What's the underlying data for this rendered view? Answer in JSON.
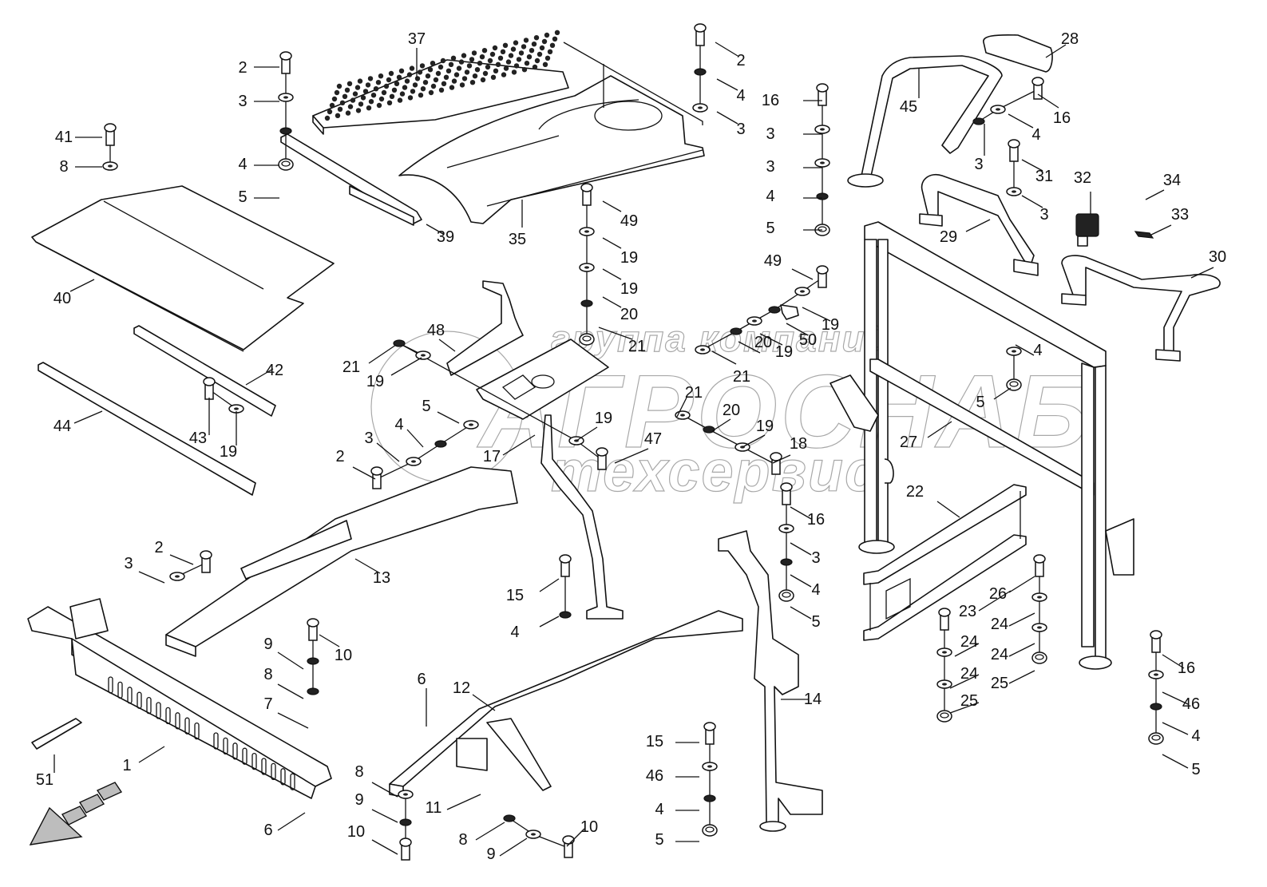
{
  "diagram": {
    "type": "exploded-parts-view",
    "subject": "Frame / cab support assembly",
    "watermark": {
      "line1": "группа компаний",
      "line2": "АГРОСНАБ",
      "line3": "техсервис"
    },
    "direction_arrow": "travel-direction-arrow",
    "callouts": [
      {
        "label": "37"
      },
      {
        "label": "2"
      },
      {
        "label": "3"
      },
      {
        "label": "41"
      },
      {
        "label": "8"
      },
      {
        "label": "4"
      },
      {
        "label": "5"
      },
      {
        "label": "40"
      },
      {
        "label": "39"
      },
      {
        "label": "35"
      },
      {
        "label": "2"
      },
      {
        "label": "4"
      },
      {
        "label": "3"
      },
      {
        "label": "49"
      },
      {
        "label": "19"
      },
      {
        "label": "19"
      },
      {
        "label": "20"
      },
      {
        "label": "16"
      },
      {
        "label": "3"
      },
      {
        "label": "3"
      },
      {
        "label": "4"
      },
      {
        "label": "5"
      },
      {
        "label": "45"
      },
      {
        "label": "28"
      },
      {
        "label": "16"
      },
      {
        "label": "4"
      },
      {
        "label": "3"
      },
      {
        "label": "31"
      },
      {
        "label": "3"
      },
      {
        "label": "29"
      },
      {
        "label": "32"
      },
      {
        "label": "34"
      },
      {
        "label": "33"
      },
      {
        "label": "30"
      },
      {
        "label": "49"
      },
      {
        "label": "19"
      },
      {
        "label": "50"
      },
      {
        "label": "19"
      },
      {
        "label": "20"
      },
      {
        "label": "21"
      },
      {
        "label": "48"
      },
      {
        "label": "21"
      },
      {
        "label": "19"
      },
      {
        "label": "21"
      },
      {
        "label": "42"
      },
      {
        "label": "44"
      },
      {
        "label": "43"
      },
      {
        "label": "19"
      },
      {
        "label": "5"
      },
      {
        "label": "4"
      },
      {
        "label": "3"
      },
      {
        "label": "2"
      },
      {
        "label": "17"
      },
      {
        "label": "19"
      },
      {
        "label": "47"
      },
      {
        "label": "21"
      },
      {
        "label": "20"
      },
      {
        "label": "19"
      },
      {
        "label": "18"
      },
      {
        "label": "4"
      },
      {
        "label": "5"
      },
      {
        "label": "27"
      },
      {
        "label": "22"
      },
      {
        "label": "16"
      },
      {
        "label": "3"
      },
      {
        "label": "4"
      },
      {
        "label": "5"
      },
      {
        "label": "2"
      },
      {
        "label": "3"
      },
      {
        "label": "13"
      },
      {
        "label": "15"
      },
      {
        "label": "4"
      },
      {
        "label": "9"
      },
      {
        "label": "10"
      },
      {
        "label": "8"
      },
      {
        "label": "7"
      },
      {
        "label": "1"
      },
      {
        "label": "51"
      },
      {
        "label": "6"
      },
      {
        "label": "6"
      },
      {
        "label": "12"
      },
      {
        "label": "8"
      },
      {
        "label": "9"
      },
      {
        "label": "10"
      },
      {
        "label": "11"
      },
      {
        "label": "8"
      },
      {
        "label": "9"
      },
      {
        "label": "10"
      },
      {
        "label": "14"
      },
      {
        "label": "15"
      },
      {
        "label": "46"
      },
      {
        "label": "4"
      },
      {
        "label": "5"
      },
      {
        "label": "26"
      },
      {
        "label": "23"
      },
      {
        "label": "24"
      },
      {
        "label": "24"
      },
      {
        "label": "24"
      },
      {
        "label": "24"
      },
      {
        "label": "25"
      },
      {
        "label": "25"
      },
      {
        "label": "16"
      },
      {
        "label": "46"
      },
      {
        "label": "4"
      },
      {
        "label": "5"
      }
    ]
  }
}
